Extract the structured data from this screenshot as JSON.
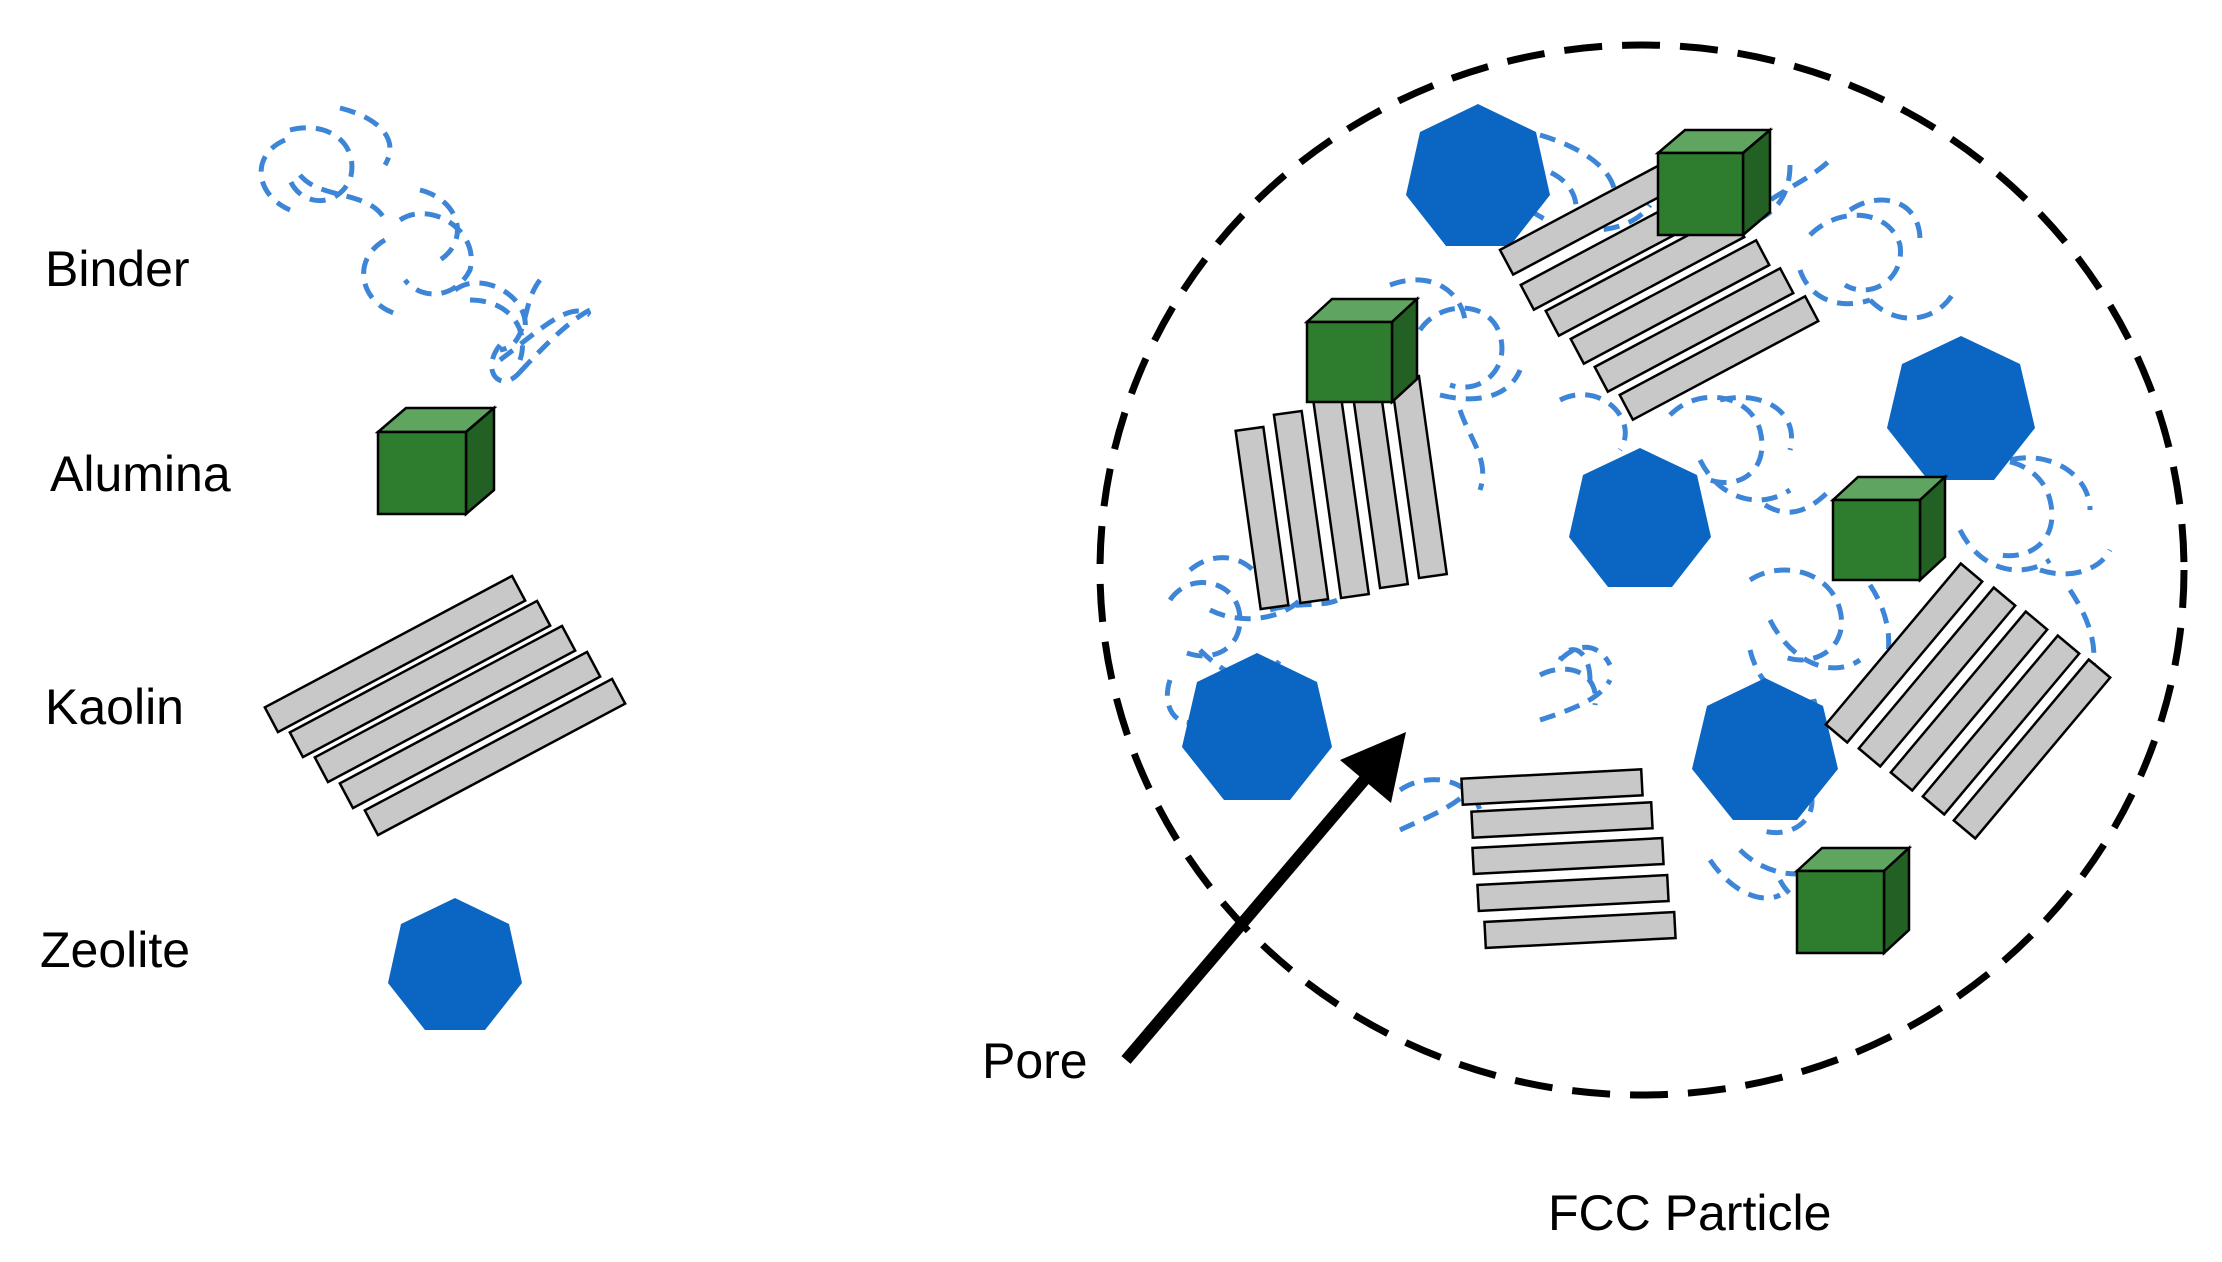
{
  "legend": {
    "items": [
      {
        "key": "binder",
        "label": "Binder",
        "icon": "binder-icon"
      },
      {
        "key": "alumina",
        "label": "Alumina",
        "icon": "alumina-cube-icon"
      },
      {
        "key": "kaolin",
        "label": "Kaolin",
        "icon": "kaolin-plates-icon"
      },
      {
        "key": "zeolite",
        "label": "Zeolite",
        "icon": "zeolite-heptagon-icon"
      }
    ]
  },
  "particle": {
    "title": "FCC Particle",
    "pore_label": "Pore"
  },
  "colors": {
    "binder": "#3d85d6",
    "alumina_front": "#2e7d2e",
    "alumina_top": "#5fa55f",
    "alumina_side": "#236023",
    "kaolin_fill": "#c8c8c8",
    "zeolite": "#0a66c2",
    "outline": "#000000"
  }
}
